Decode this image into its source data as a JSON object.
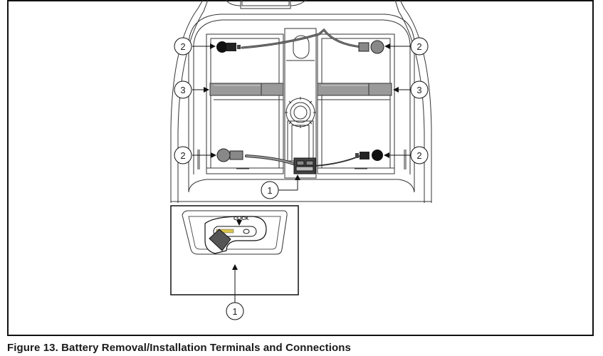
{
  "figure": {
    "caption": "Figure 13. Battery Removal/Installation Terminals and Connections"
  },
  "callouts": {
    "one": "1",
    "two": "2",
    "three": "3"
  },
  "detail": {
    "click_label": "CLICK"
  }
}
